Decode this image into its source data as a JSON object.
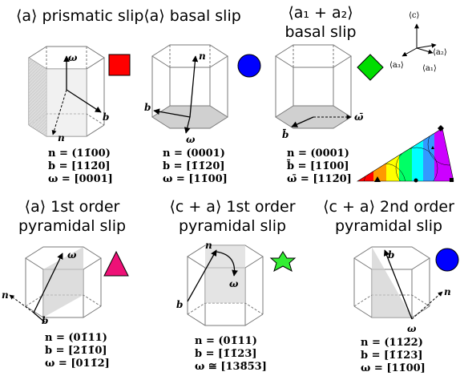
{
  "panels": [
    {
      "title_lines": [
        "⟨a⟩ prismatic slip"
      ],
      "shape": "square",
      "color": "#ff0000",
      "labels": {
        "n": "n",
        "b": "b",
        "w": "ω"
      },
      "formulas": [
        "n = (11̄00)",
        "b = [112̄0]",
        "ω = [0001]"
      ]
    },
    {
      "title_lines": [
        "⟨a⟩ basal slip"
      ],
      "shape": "circle",
      "color": "#0000ff",
      "labels": {
        "n": "n",
        "b": "b",
        "w": "ω"
      },
      "formulas": [
        "n = (0001)",
        "b = [1̄1̄20]",
        "ω = [11̄00]"
      ]
    },
    {
      "title_lines": [
        "⟨a₁ + a₂⟩",
        "basal slip"
      ],
      "shape": "diamond",
      "color": "#00dd00",
      "labels": {
        "b": "b̄",
        "w": "ω̄"
      },
      "formulas": [
        "n = (0001)",
        "b̄ = [11̄00]",
        "ω̄ = [112̄0]"
      ]
    },
    {
      "title_lines": [
        "⟨a⟩ 1st order",
        "pyramidal slip"
      ],
      "shape": "triangle",
      "color": "#ee1177",
      "labels": {
        "n": "n",
        "b": "b",
        "w": "ω"
      },
      "formulas": [
        "n = (01̄11)",
        "b = [21̄1̄0]",
        "ω = [011̄2]"
      ]
    },
    {
      "title_lines": [
        "⟨c + a⟩ 1st order",
        "pyramidal slip"
      ],
      "shape": "star",
      "color": "#33ee33",
      "labels": {
        "n": "n",
        "b": "b",
        "w": "ω"
      },
      "formulas": [
        "n = (01̄11)",
        "b = [1̄1̄23]",
        "ω ≅ [138̄5̄3]"
      ]
    },
    {
      "title_lines": [
        "⟨c + a⟩ 2nd order",
        "pyramidal slip"
      ],
      "shape": "circle",
      "color": "#0000ff",
      "labels": {
        "n": "n",
        "b": "b",
        "w": "ω"
      },
      "formulas": [
        "n = (112̄2)",
        "b = [1̄1̄23]",
        "ω = [11̄00]"
      ]
    }
  ],
  "axes_key": {
    "c": "⟨c⟩",
    "a1": "⟨a₁⟩",
    "a2": "⟨a₂⟩",
    "a3": "⟨a₃⟩"
  },
  "ipf_colors": [
    "#ff0000",
    "#ffff00",
    "#00ff00",
    "#00ffff",
    "#0000ff",
    "#ff00ff"
  ]
}
